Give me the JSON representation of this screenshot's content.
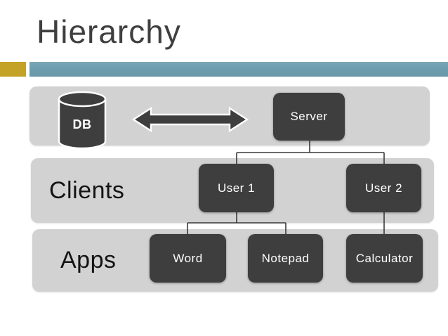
{
  "title": "Hierarchy",
  "colors": {
    "title_text": "#3F3F3F",
    "accent_gold": "#C4A227",
    "accent_teal": "#6D9DAE",
    "band_gray": "#D2D2D2",
    "node_dark": "#3E3E3E",
    "node_text": "#FFFFFF",
    "connector": "#3A3A3A",
    "row_label_text": "#141414"
  },
  "diagram": {
    "top_tier": {
      "db_label": "DB",
      "server_label": "Server",
      "link_icon": "double-headed-arrow"
    },
    "clients_tier": {
      "row_label": "Clients",
      "user1_label": "User 1",
      "user2_label": "User 2"
    },
    "apps_tier": {
      "row_label": "Apps",
      "word_label": "Word",
      "notepad_label": "Notepad",
      "calculator_label": "Calculator"
    }
  }
}
